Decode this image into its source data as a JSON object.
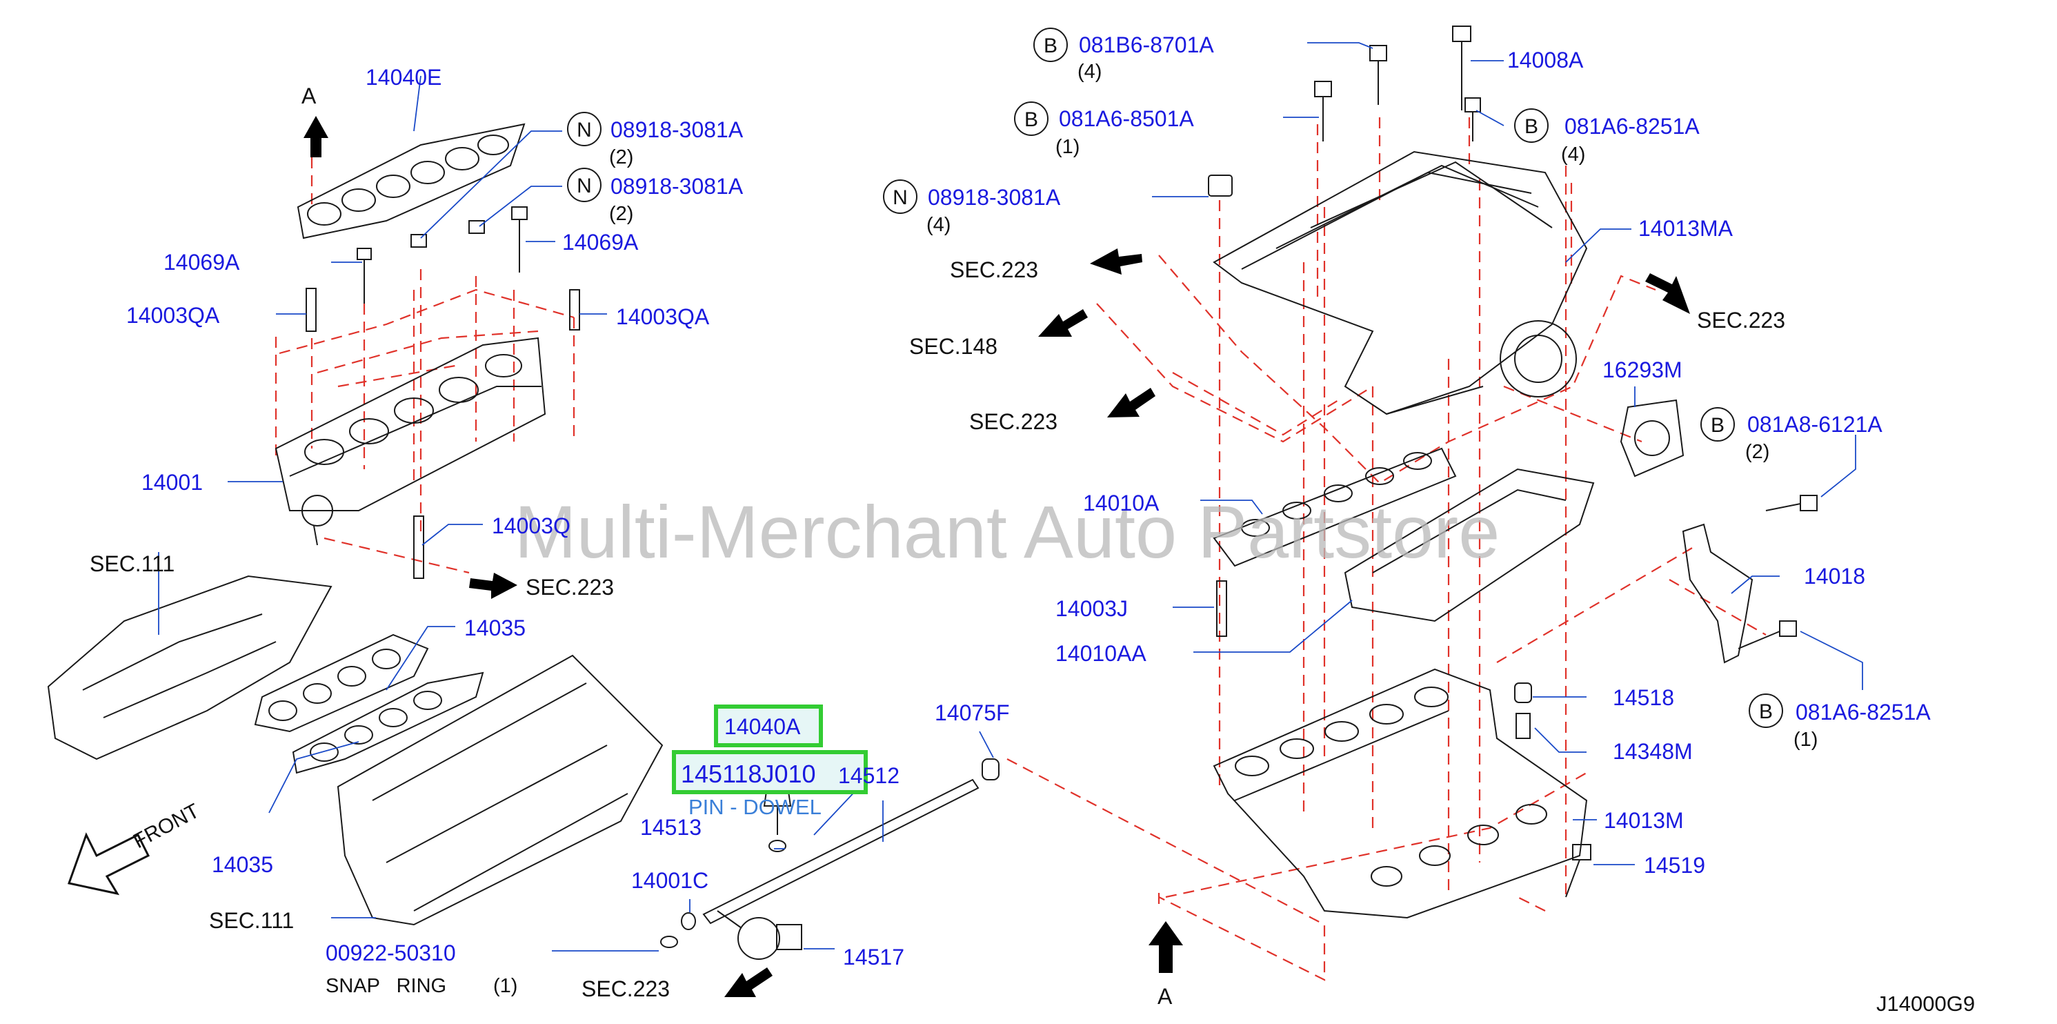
{
  "watermark": "Multi-Merchant Auto Partstore",
  "diagram_code": "J14000G9",
  "direction_front": "FRONT",
  "colors": {
    "part_label": "#1a1adf",
    "text_black": "#111111",
    "highlight": "#33cc33",
    "dash_red": "#e0322a",
    "watermark": "#b8b8b8",
    "pin_label": "#3a7fd8"
  },
  "callouts": {
    "A_top": "A",
    "A_bottom": "A",
    "B1_code": "B",
    "B1_part": "081B6-8701A",
    "B1_qty": "(4)",
    "B2_code": "B",
    "B2_part": "081A6-8501A",
    "B2_qty": "(1)",
    "B3_code": "B",
    "B3_part": "081A6-8251A",
    "B3_qty": "(4)",
    "B4_code": "B",
    "B4_part": "081A8-6121A",
    "B4_qty": "(2)",
    "B5_code": "B",
    "B5_part": "081A6-8251A",
    "B5_qty": "(1)",
    "N1_code": "N",
    "N1_part": "08918-3081A",
    "N1_qty": "(2)",
    "N2_code": "N",
    "N2_part": "08918-3081A",
    "N2_qty": "(2)",
    "N3_code": "N",
    "N3_part": "08918-3081A",
    "N3_qty": "(4)"
  },
  "parts": {
    "p14040E": "14040E",
    "p14069A_left": "14069A",
    "p14069A_right": "14069A",
    "p14003QA_left": "14003QA",
    "p14003QA_right": "14003QA",
    "p14001": "14001",
    "p14003Q": "14003Q",
    "p14035_top": "14035",
    "p14035_bottom": "14035",
    "p14040A": "14040A",
    "p14511": "145118J010",
    "pin_dowel": "PIN - DOWEL",
    "p14512": "14512",
    "p14513": "14513",
    "p14001C": "14001C",
    "p14517": "14517",
    "p14075F": "14075F",
    "p00922": "00922-50310",
    "snap_ring": "SNAP   RING",
    "snap_ring_qty": "(1)",
    "p14008A": "14008A",
    "p14013MA": "14013MA",
    "p16293M": "16293M",
    "p14010A": "14010A",
    "p14003J": "14003J",
    "p14010AA": "14010AA",
    "p14018": "14018",
    "p14518": "14518",
    "p14348M": "14348M",
    "p14013M": "14013M",
    "p14519": "14519"
  },
  "sections": {
    "s223_a": "SEC.223",
    "s148": "SEC.148",
    "s223_b": "SEC.223",
    "s223_c": "SEC.223",
    "s223_d": "SEC.223",
    "s111_top": "SEC.111",
    "s111_bottom": "SEC.111",
    "s223_e": "SEC.223"
  }
}
